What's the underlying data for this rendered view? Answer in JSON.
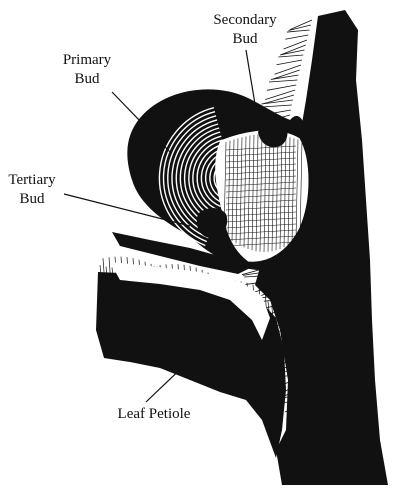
{
  "labels": {
    "primary": [
      "Primary",
      "Bud"
    ],
    "secondary": [
      "Secondary",
      "Bud"
    ],
    "tertiary": [
      "Tertiary",
      "Bud"
    ],
    "petiole": "Leaf Petiole"
  },
  "colors": {
    "ink": "#111111",
    "paper": "#ffffff"
  }
}
